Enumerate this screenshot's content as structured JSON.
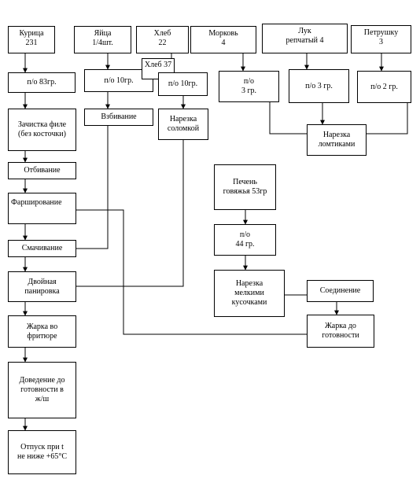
{
  "diagram": {
    "nodes": {
      "kuritsa": "Курица\n231",
      "yaytsa": "Яйца\n1/4шт.",
      "khleb_top": "Хлеб\n22",
      "morkov": "Морковь\n4",
      "luk": "Лук\nрепчатый 4",
      "petrushka": "Петрушку\n3",
      "kuritsa_po": "п/о 83гр.",
      "yaytsa_po": "п/о 10гр.",
      "khleb_small": "Хлеб 37",
      "khleb_po": "п/о 10гр.",
      "morkov_po": "п/о\n3 гр.",
      "luk_po": "п/о 3 гр.",
      "petrushka_po": "п/о 2 гр.",
      "zachistka": "Зачистка филе\n(без косточки)",
      "vzbivanie": "Взбивание",
      "narezka_solomkoy": "Нарезка\nсоломкой",
      "narezka_lomtikami": "Нарезка\nломтиками",
      "otbivanie": "Отбивание",
      "pechen": "Печень\nговяжья 53гр",
      "farshirovanie": "Фарширование",
      "pechen_po": "п/о\n44 гр.",
      "smachivanie": "Смачивание",
      "dvoynaya": "Двойная\nпанировка",
      "narezka_melkimi": "Нарезка\nмелкими\nкусочками",
      "soedinenie": "Соединение",
      "zharka_fri": "Жарка во\nфритюре",
      "zharka_do": "Жарка до\nготовности",
      "dovedenie": "Доведение до\nготовности в\nж/ш",
      "otpusk": "Отпуск при t\nне ниже +65°С"
    }
  }
}
